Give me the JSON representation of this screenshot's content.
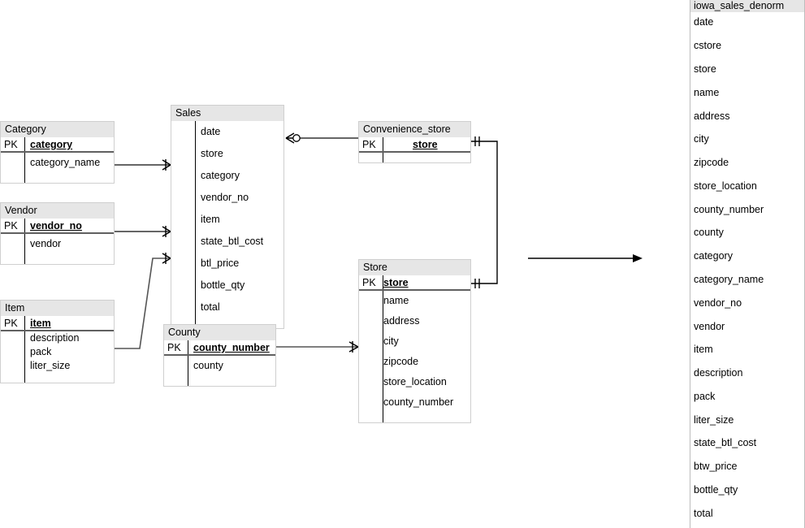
{
  "diagram": {
    "type": "entity-relationship-diagram",
    "notation": "crows-foot",
    "entities": [
      {
        "id": "category",
        "name": "Category",
        "rows": [
          {
            "key": "PK",
            "attr": "category",
            "primary": true
          },
          {
            "key": "",
            "attr": "category_name",
            "primary": false
          }
        ]
      },
      {
        "id": "vendor",
        "name": "Vendor",
        "rows": [
          {
            "key": "PK",
            "attr": "vendor_no",
            "primary": true
          },
          {
            "key": "",
            "attr": "vendor",
            "primary": false
          }
        ]
      },
      {
        "id": "item",
        "name": "Item",
        "rows": [
          {
            "key": "PK",
            "attr": "item",
            "primary": true
          },
          {
            "key": "",
            "attr": "description",
            "primary": false
          },
          {
            "key": "",
            "attr": "pack",
            "primary": false
          },
          {
            "key": "",
            "attr": "liter_size",
            "primary": false
          }
        ]
      },
      {
        "id": "sales",
        "name": "Sales",
        "rows": [
          {
            "key": "",
            "attr": "date",
            "primary": false
          },
          {
            "key": "",
            "attr": "store",
            "primary": false
          },
          {
            "key": "",
            "attr": "category",
            "primary": false
          },
          {
            "key": "",
            "attr": "vendor_no",
            "primary": false
          },
          {
            "key": "",
            "attr": "item",
            "primary": false
          },
          {
            "key": "",
            "attr": "state_btl_cost",
            "primary": false
          },
          {
            "key": "",
            "attr": "btl_price",
            "primary": false
          },
          {
            "key": "",
            "attr": "bottle_qty",
            "primary": false
          },
          {
            "key": "",
            "attr": "total",
            "primary": false
          }
        ]
      },
      {
        "id": "county",
        "name": "County",
        "rows": [
          {
            "key": "PK",
            "attr": "county_number",
            "primary": true
          },
          {
            "key": "",
            "attr": "county",
            "primary": false
          }
        ]
      },
      {
        "id": "convenience_store",
        "name": "Convenience_store",
        "rows": [
          {
            "key": "PK",
            "attr": "store",
            "primary": true
          }
        ]
      },
      {
        "id": "store",
        "name": "Store",
        "rows": [
          {
            "key": "PK",
            "attr": "store",
            "primary": true
          },
          {
            "key": "",
            "attr": "name",
            "primary": false
          },
          {
            "key": "",
            "attr": "address",
            "primary": false
          },
          {
            "key": "",
            "attr": "city",
            "primary": false
          },
          {
            "key": "",
            "attr": "zipcode",
            "primary": false
          },
          {
            "key": "",
            "attr": "store_location",
            "primary": false
          },
          {
            "key": "",
            "attr": "county_number",
            "primary": false
          }
        ]
      }
    ],
    "relationships": [
      {
        "id": "category-sales",
        "from": "Category",
        "to": "Sales",
        "to_marker": "crows-foot"
      },
      {
        "id": "vendor-sales",
        "from": "Vendor",
        "to": "Sales",
        "to_marker": "crows-foot"
      },
      {
        "id": "item-sales",
        "from": "Item",
        "to": "Sales",
        "to_marker": "crows-foot"
      },
      {
        "id": "sales-convenience_store",
        "from": "Sales",
        "to": "Convenience_store",
        "from_marker": "zero-or-many"
      },
      {
        "id": "county-store",
        "from": "County",
        "to": "Store",
        "to_marker": "crows-foot"
      },
      {
        "id": "convenience_store-store",
        "from": "Convenience_store",
        "to": "Store",
        "from_marker": "one-and-only-one",
        "to_marker": "one-and-only-one"
      },
      {
        "id": "denorm-arrow",
        "from": "",
        "to": "iowa_sales_denorm",
        "to_marker": "arrow"
      }
    ]
  },
  "side_panel": {
    "title": "iowa_sales_denorm",
    "columns": [
      "date",
      "cstore",
      "store",
      "name",
      "address",
      "city",
      "zipcode",
      "store_location",
      "county_number",
      "county",
      "category",
      "category_name",
      "vendor_no",
      "vendor",
      "item",
      "description",
      "pack",
      "liter_size",
      "state_btl_cost",
      "btw_price",
      "bottle_qty",
      "total"
    ]
  },
  "colors": {
    "header_fill": "#e6e6e6",
    "box_border": "#cfcfcf",
    "line": "#333333",
    "text": "#000000"
  }
}
